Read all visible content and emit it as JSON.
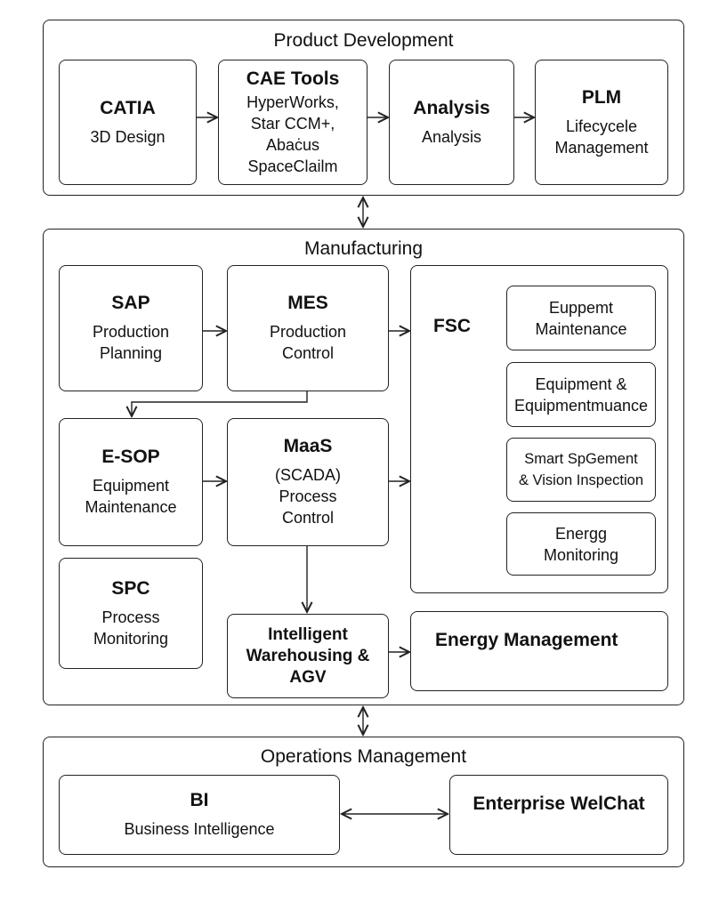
{
  "product_development": {
    "title": "Product Development",
    "boxes": [
      {
        "title": "CATIA",
        "subtitle": "3D Design"
      },
      {
        "title": "CAE Tools",
        "subtitle": "HyperWorks,\nStar CCM+,\nAbaċus\nSpaceClailm"
      },
      {
        "title": "Analysis",
        "subtitle": "Analysis"
      },
      {
        "title": "PLM",
        "subtitle": "Lifecycele\nManagement"
      }
    ]
  },
  "manufacturing": {
    "title": "Manufacturing",
    "sap": {
      "title": "SAP",
      "subtitle": "Production\nPlanning"
    },
    "mes": {
      "title": "MES",
      "subtitle": "Production\nControl"
    },
    "esop": {
      "title": "E-SOP",
      "subtitle": "Equipment\nMaintenance"
    },
    "maas": {
      "title": "MaaS",
      "subtitle": "(SCADA)\nProcess\nControl"
    },
    "spc": {
      "title": "SPC",
      "subtitle": "Process\nMonitoring"
    },
    "warehouse": {
      "title": "Intelligent\nWarehousing &\nAGV"
    },
    "energy": {
      "title": "Energy Management"
    },
    "fsc": {
      "title": "FSC",
      "items": [
        "Euppemt\nMaintenance",
        "Equipment &\nEquipmentmuance",
        "Smart SpGement\n& Vision Inspection",
        "Energg\nMonitoring"
      ]
    }
  },
  "operations": {
    "title": "Operations Management",
    "bi": {
      "title": "BI",
      "subtitle": "Business Intelligence"
    },
    "wechat": {
      "title": "Enterprise WelChat"
    }
  }
}
